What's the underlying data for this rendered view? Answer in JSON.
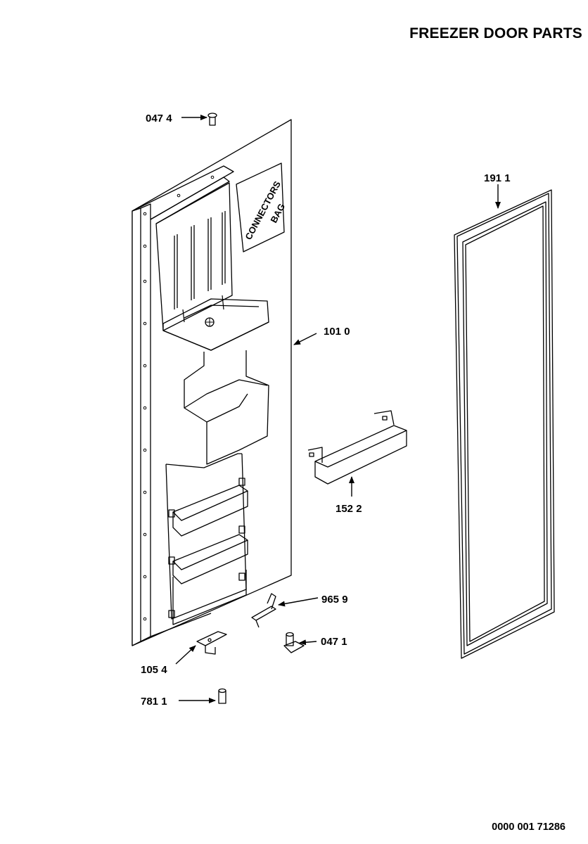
{
  "header": {
    "title": "FREEZER DOOR PARTS"
  },
  "footer": {
    "doc_number": "0000 001 71286"
  },
  "parts": {
    "p0474": "047 4",
    "p1911": "191 1",
    "p1010": "101 0",
    "p1522": "152 2",
    "p9659": "965 9",
    "p0471": "047 1",
    "p1054": "105 4",
    "p7811": "781 1"
  },
  "bag": {
    "line1": "CONNECTORS",
    "line2": "BAG"
  }
}
